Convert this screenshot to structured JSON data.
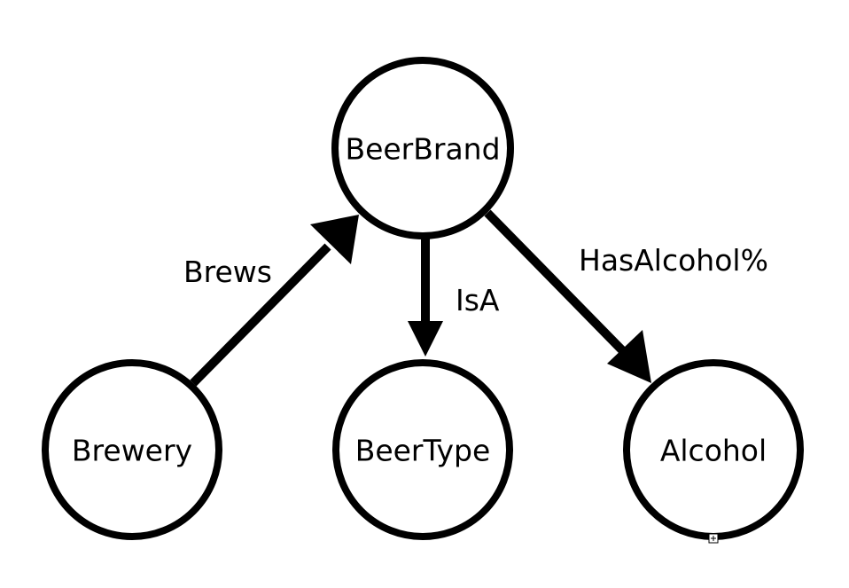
{
  "nodes": {
    "beerbrand": "BeerBrand",
    "brewery": "Brewery",
    "beertype": "BeerType",
    "alcohol": "Alcohol"
  },
  "edges": {
    "brews": "Brews",
    "isa": "IsA",
    "hasalcohol": "HasAlcohol%"
  },
  "colors": {
    "stroke": "#000000",
    "background": "#ffffff"
  }
}
